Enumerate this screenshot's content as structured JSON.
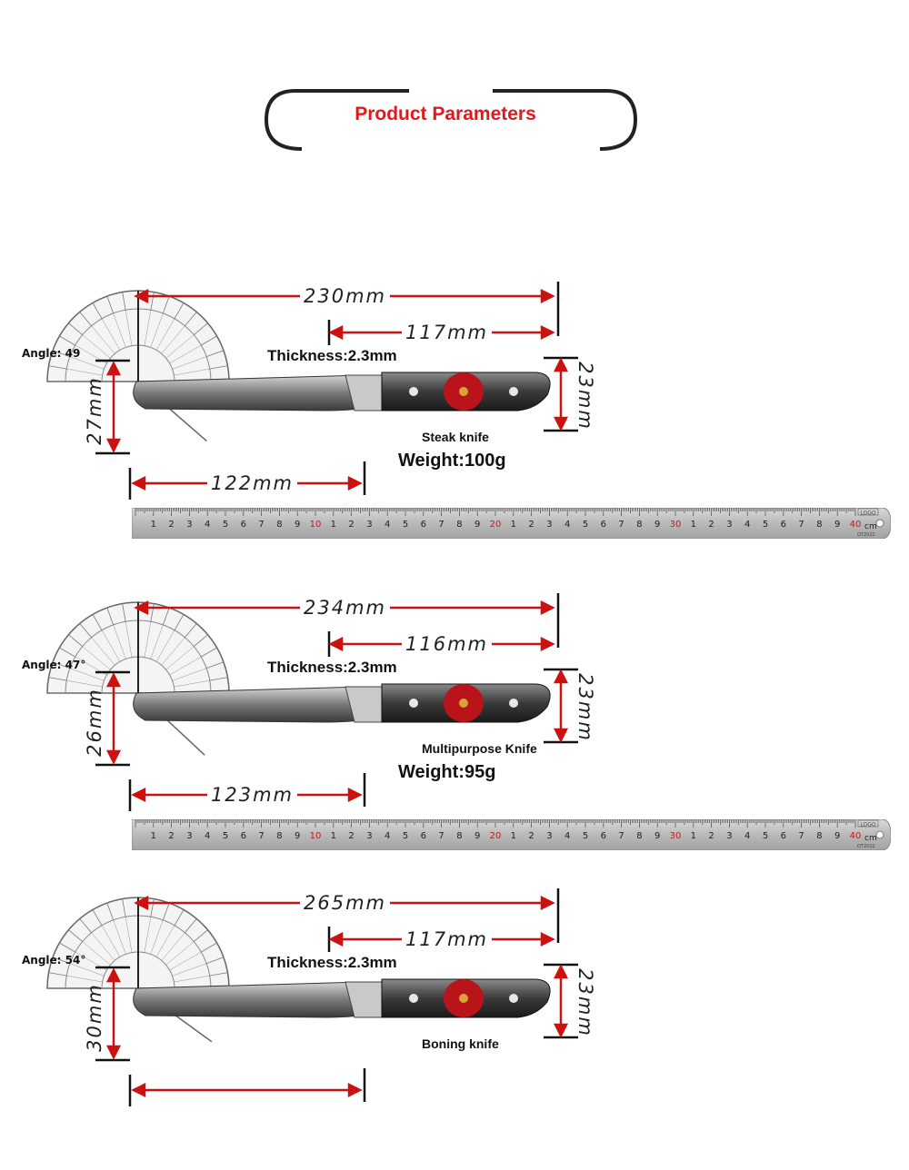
{
  "header": {
    "title": "Product Parameters",
    "title_color": "#e01a1a"
  },
  "colors": {
    "dimension_arrow": "#cc1111",
    "guide_line": "#111111"
  },
  "knives": [
    {
      "name": "Steak knife",
      "angle_label": "Angle: 49",
      "angle_degrees": 49,
      "thickness": "Thickness:2.3mm",
      "total_length": "230mm",
      "blade_length": "117mm",
      "handle_width": "23mm",
      "blade_height": "27mm",
      "handle_length": "122mm",
      "weight": "Weight:100g"
    },
    {
      "name": "Multipurpose Knife",
      "angle_label": "Angle: 47°",
      "angle_degrees": 47,
      "thickness": "Thickness:2.3mm",
      "total_length": "234mm",
      "blade_length": "116mm",
      "handle_width": "23mm",
      "blade_height": "26mm",
      "handle_length": "123mm",
      "weight": "Weight:95g"
    },
    {
      "name": "Boning knife",
      "angle_label": "Angle: 54°",
      "angle_degrees": 54,
      "thickness": "Thickness:2.3mm",
      "total_length": "265mm",
      "blade_length": "117mm",
      "handle_width": "23mm",
      "blade_height": "30mm"
    }
  ],
  "ruler": {
    "labels": [
      "1",
      "2",
      "3",
      "4",
      "5",
      "6",
      "7",
      "8",
      "9",
      "10",
      "1",
      "2",
      "3",
      "4",
      "5",
      "6",
      "7",
      "8",
      "9",
      "20",
      "1",
      "2",
      "3",
      "4",
      "5",
      "6",
      "7",
      "8",
      "9",
      "30",
      "1",
      "2",
      "3",
      "4",
      "5",
      "6",
      "7",
      "8",
      "9",
      "40"
    ],
    "unit": "cm",
    "logo": "LOGO",
    "model": "QT2022"
  },
  "icons": {
    "protractor": "protractor-icon",
    "knife": "knife-illustration"
  }
}
